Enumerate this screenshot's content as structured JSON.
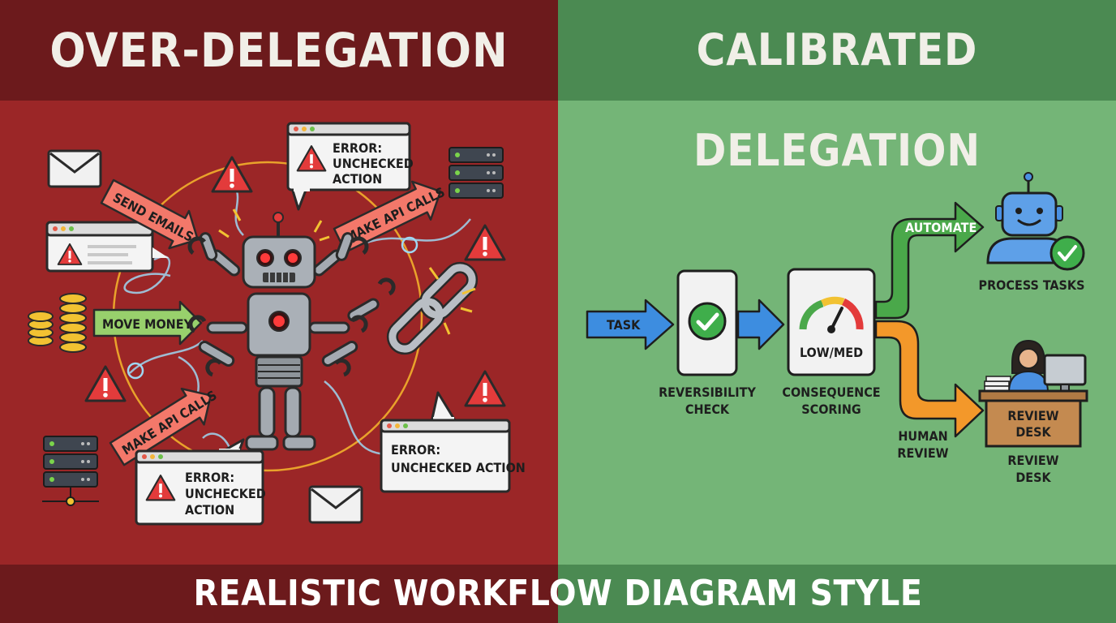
{
  "left": {
    "title": "OVER-DELEGATION",
    "arrows": {
      "send_emails": "SEND EMAILS",
      "make_api_calls_top": "MAKE API CALLS",
      "move_money": "MOVE MONEY",
      "make_api_calls_bottom": "MAKE API CALLS"
    },
    "errors": {
      "top": [
        "ERROR:",
        "UNCHECKED",
        "ACTION"
      ],
      "bottom_left": [
        "ERROR:",
        "UNCHECKED",
        "ACTION"
      ],
      "bottom_right": [
        "ERROR:",
        "UNCHECKED ACTION"
      ]
    }
  },
  "right": {
    "title": "CALIBRATED DELEGATION",
    "task": "TASK",
    "reversibility": [
      "REVERSIBILITY",
      "CHECK"
    ],
    "gauge_value": "LOW/MED",
    "consequence": [
      "CONSEQUENCE",
      "SCORING"
    ],
    "automate": "AUTOMATE",
    "process_tasks": "PROCESS TASKS",
    "human_review": [
      "HUMAN",
      "REVIEW"
    ],
    "desk_sign": [
      "REVIEW",
      "DESK"
    ],
    "desk_caption": [
      "REVIEW",
      "DESK"
    ]
  },
  "footer": "REALISTIC WORKFLOW DIAGRAM STYLE",
  "colors": {
    "danger": "#9b2627",
    "safe": "#74b577",
    "arrow_blue": "#3d8de0",
    "arrow_orange": "#f3982a",
    "arrow_green": "#4aa84a"
  }
}
